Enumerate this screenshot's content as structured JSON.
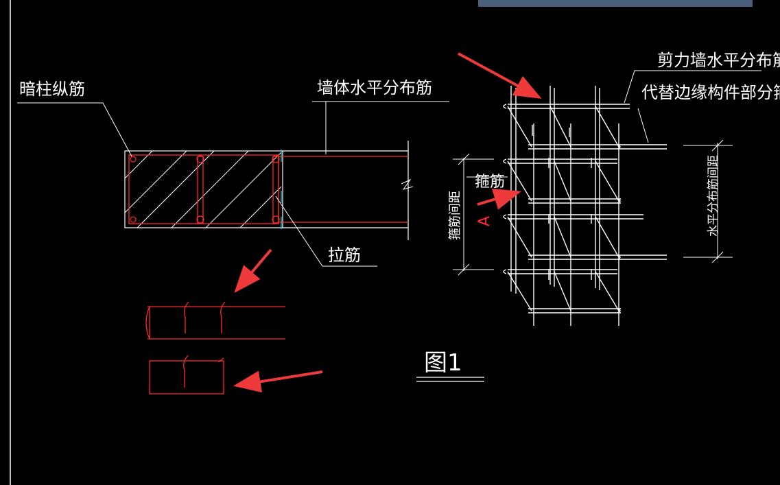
{
  "colors": {
    "background": "#000000",
    "line": "#ffffff",
    "rebar": "#ff2a2a",
    "cyan": "#2ad0e0",
    "arrow": "#ee3a3a",
    "banner": "#4a5f7c"
  },
  "labels": {
    "hidden_column_rebar": "暗柱纵筋",
    "wall_horizontal_rebar": "墙体水平分布筋",
    "tie_bar": "拉筋",
    "shear_wall_horizontal": "剪力墙水平分布筋",
    "replace_edge_stirrup": "代替边缘构件部分箍筋",
    "stirrup": "箍筋",
    "stirrup_spacing": "箍筋间距",
    "horizontal_spacing": "水平分布筋间距",
    "point_a": "A",
    "figure_no": "图1"
  }
}
